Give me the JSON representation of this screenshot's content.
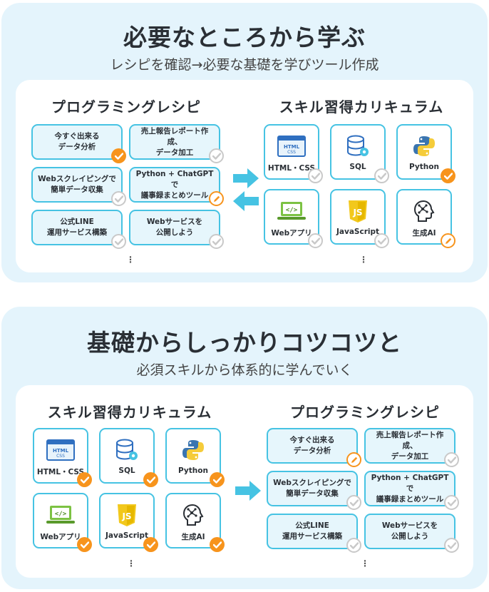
{
  "top": {
    "title": "必要なところから学ぶ",
    "subtitle": "レシピを確認→必要な基礎を学びツール作成",
    "recipes_heading": "プログラミングレシピ",
    "skills_heading": "スキル習得カリキュラム"
  },
  "bottom": {
    "title": "基礎からしっかりコツコツと",
    "subtitle": "必須スキルから体系的に学んでいく",
    "recipes_heading": "プログラミングレシピ",
    "skills_heading": "スキル習得カリキュラム"
  },
  "recipes": [
    {
      "label": "今すぐ出来る\nデータ分析"
    },
    {
      "label": "売上報告レポート作成、\nデータ加工"
    },
    {
      "label": "Webスクレイピングで\n簡単データ収集"
    },
    {
      "label": "Python + ChatGPTで\n議事録まとめツール"
    },
    {
      "label": "公式LINE\n運用サービス構築"
    },
    {
      "label": "Webサービスを\n公開しよう"
    }
  ],
  "skills": [
    {
      "label": "HTML・CSS",
      "icon": "html-css-icon"
    },
    {
      "label": "SQL",
      "icon": "database-icon"
    },
    {
      "label": "Python",
      "icon": "python-icon"
    },
    {
      "label": "Webアプリ",
      "icon": "laptop-code-icon"
    },
    {
      "label": "JavaScript",
      "icon": "javascript-icon"
    },
    {
      "label": "生成AI",
      "icon": "ai-head-icon"
    }
  ],
  "status": {
    "top_recipes": [
      "done",
      "todo",
      "todo",
      "in-progress",
      "todo",
      "todo"
    ],
    "top_skills": [
      "todo",
      "todo",
      "done",
      "todo",
      "todo",
      "in-progress"
    ],
    "bottom_recipes": [
      "in-progress",
      "todo",
      "todo",
      "todo",
      "todo",
      "todo"
    ],
    "bottom_skills": [
      "done",
      "done",
      "done",
      "done",
      "done",
      "done"
    ]
  },
  "colors": {
    "panel_bg": "#e4f4fc",
    "accent_blue": "#46c3e3",
    "done_orange": "#f7941d",
    "todo_gray": "#c9c9c9"
  },
  "more_indicator": "⋮"
}
